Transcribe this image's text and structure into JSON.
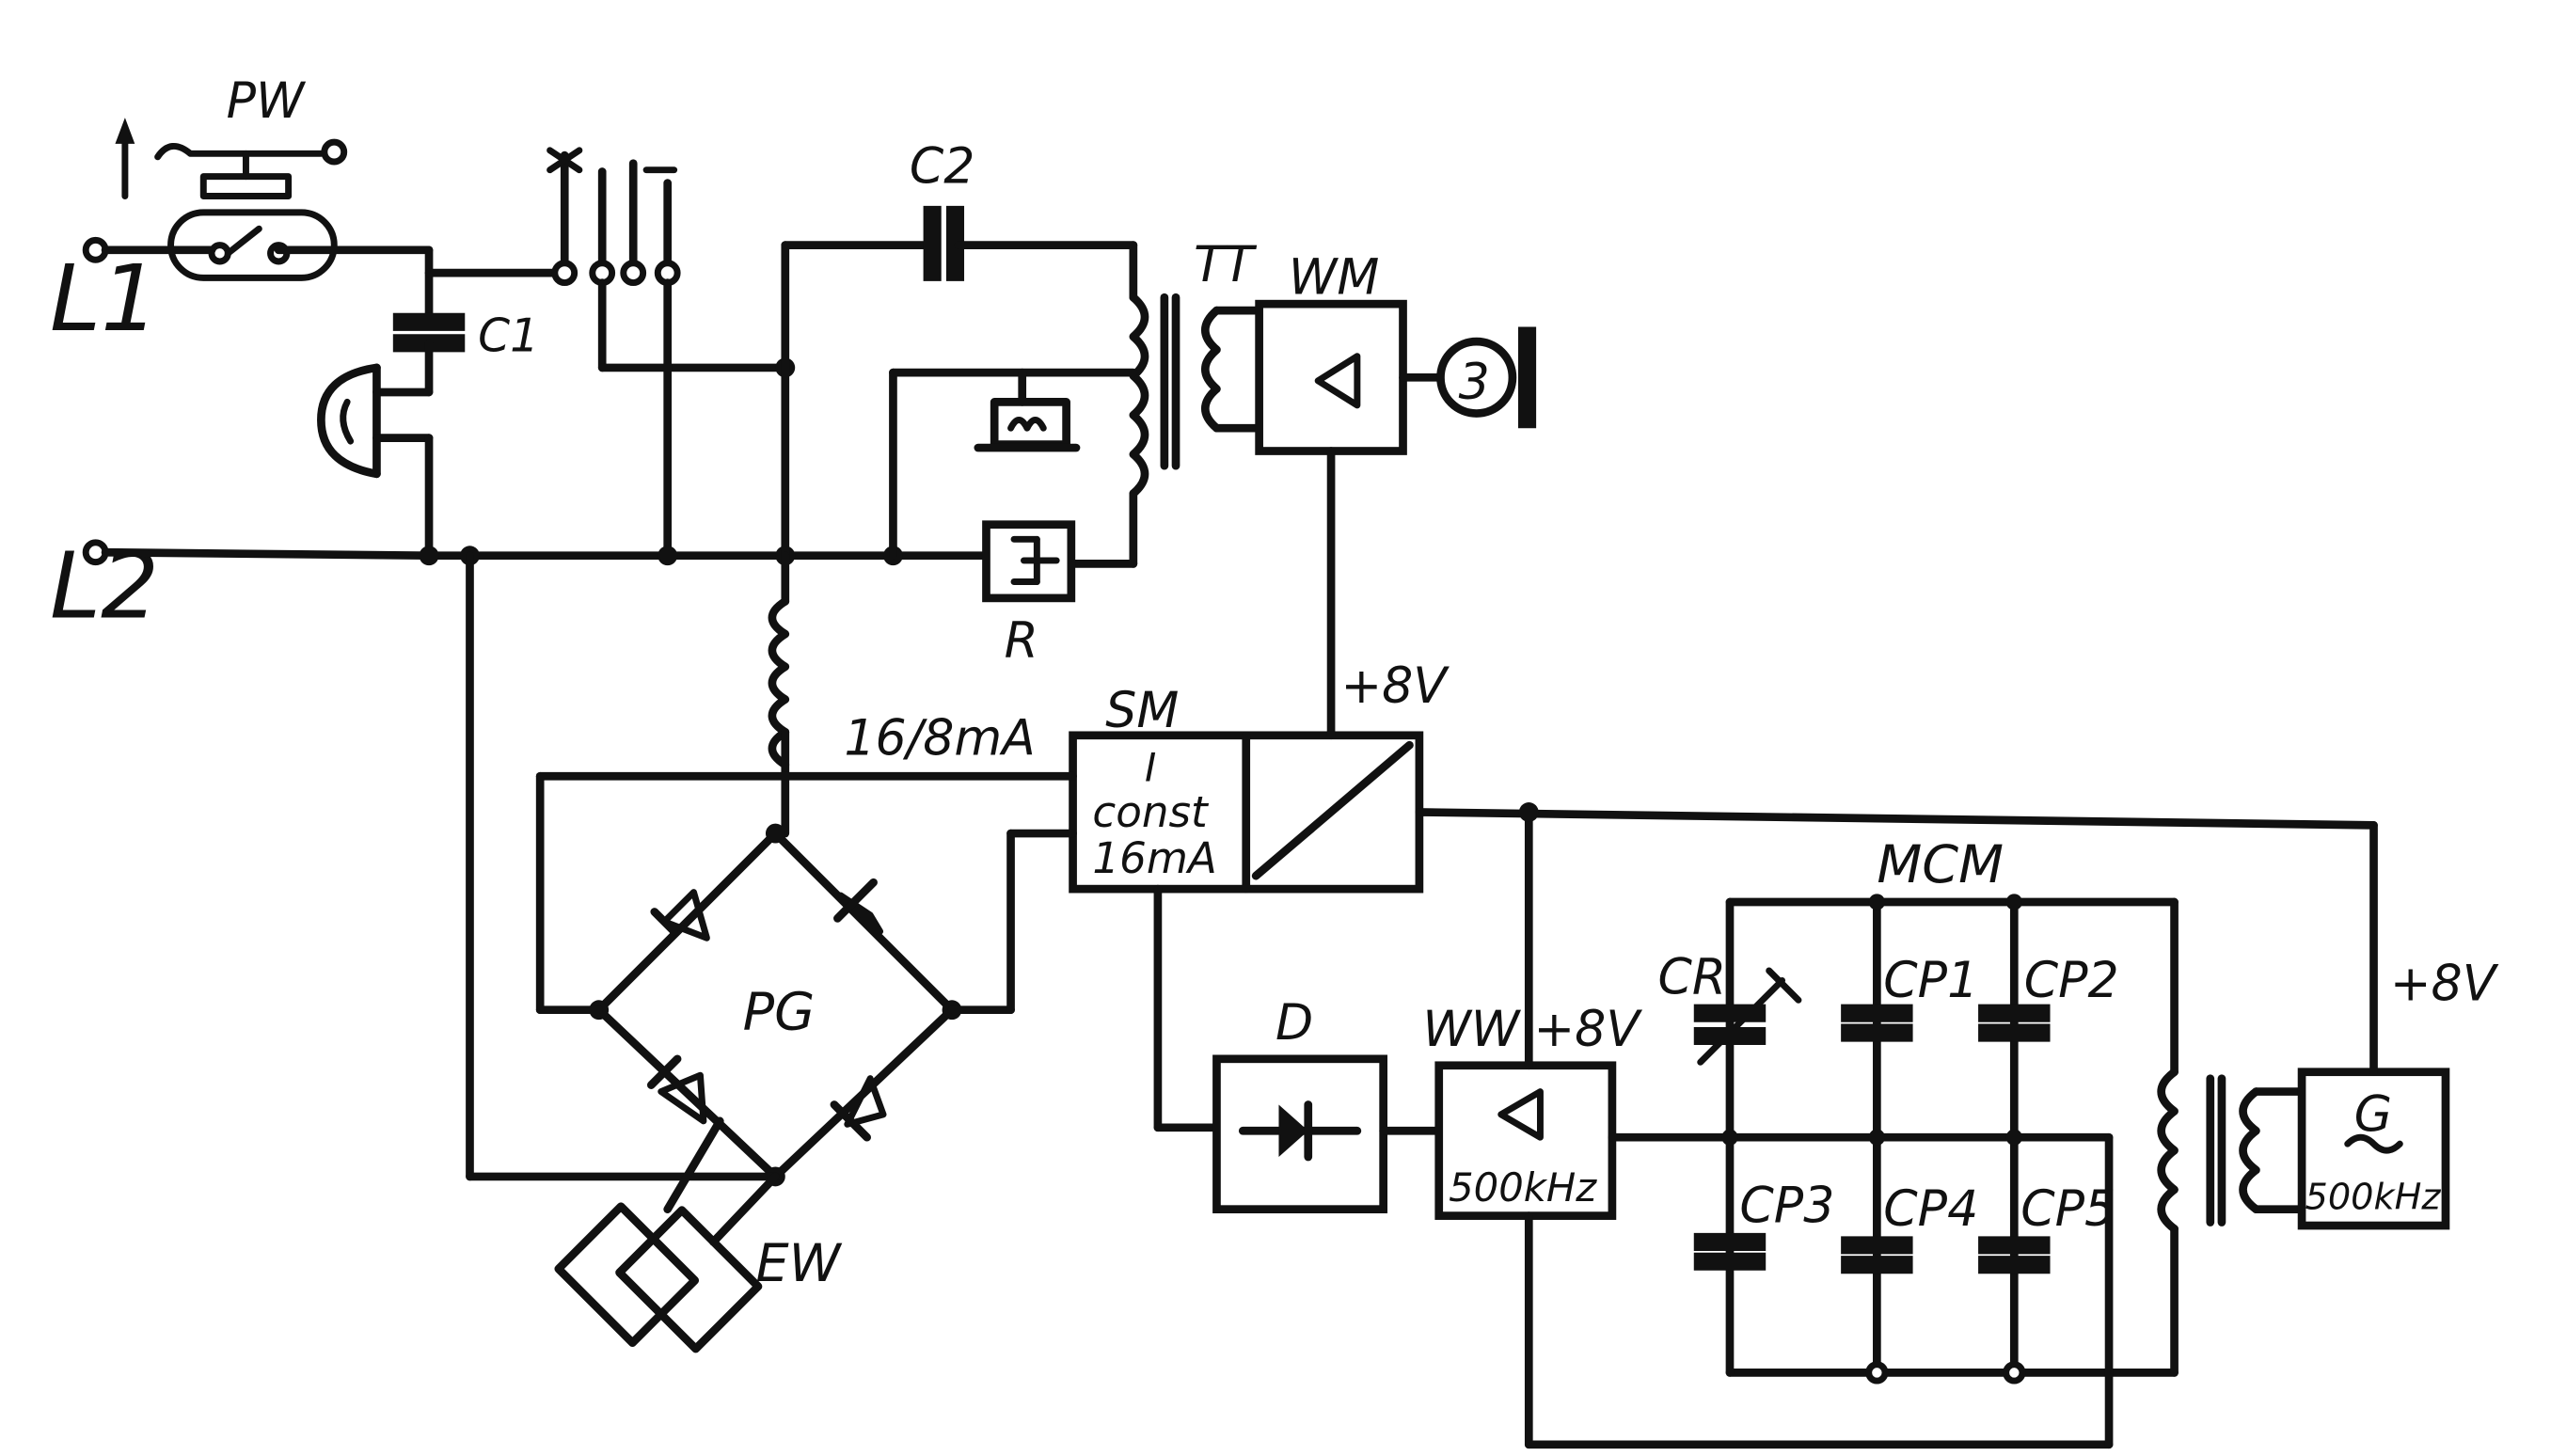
{
  "labels": {
    "pw": "PW",
    "l1": "L1",
    "l2": "L2",
    "c1": "C1",
    "c2": "C2",
    "tt": "TT",
    "wm": "WM",
    "motor": "3",
    "r": "R",
    "sm": "SM",
    "plus8v_sm": "+8V",
    "current": "16/8mA",
    "i": "I",
    "const": "const",
    "const_value": "16mA",
    "pg": "PG",
    "ew": "EW",
    "d": "D",
    "ww": "WW",
    "plus8v_ww": "+8V",
    "ww_freq": "500kHz",
    "mcm": "MCM",
    "cr": "CR",
    "cp1": "CP1",
    "cp2": "CP2",
    "cp3": "CP3",
    "cp4": "CP4",
    "cp5": "CP5",
    "plus8v_g": "+8V",
    "g": "G",
    "g_freq": "500kHz"
  },
  "colors": {
    "ink": "#111111",
    "paper": "#ffffff"
  }
}
